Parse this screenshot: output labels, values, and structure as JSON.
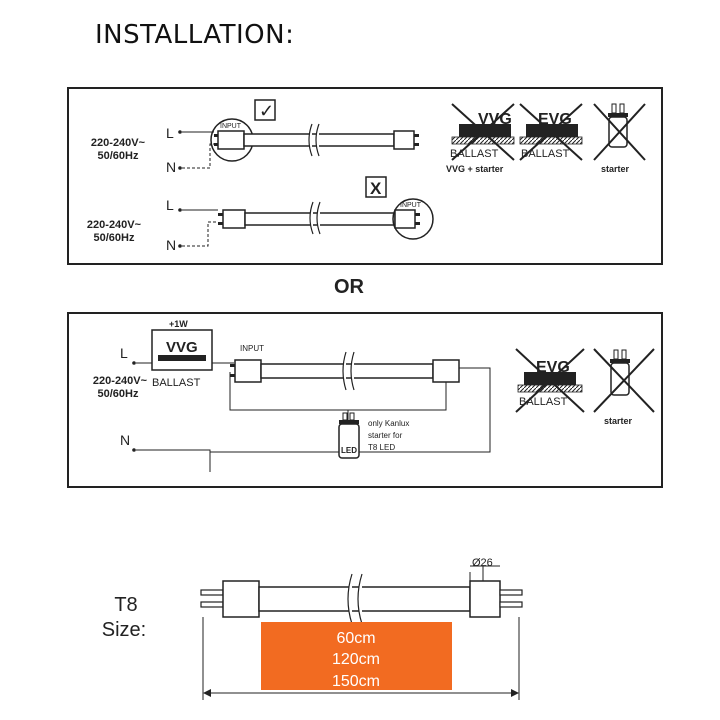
{
  "heading": "INSTALLATION:",
  "panel1": {
    "row1": {
      "voltage_line1": "220-240V~",
      "voltage_line2": "50/60Hz",
      "l_label": "L",
      "n_label": "N",
      "input_label": "INPUT",
      "mark": "✓"
    },
    "row2": {
      "voltage_line1": "220-240V~",
      "voltage_line2": "50/60Hz",
      "l_label": "L",
      "n_label": "N",
      "input_label": "INPUT",
      "mark": "X"
    },
    "crossed": {
      "vvg_label": "VVG",
      "vvg_ballast": "BALLAST",
      "vvg_caption": "VVG + starter",
      "evg_label": "EVG",
      "evg_ballast": "BALLAST",
      "starter_caption": "starter"
    }
  },
  "or_label": "OR",
  "panel2": {
    "power_note": "+1W",
    "ballast_label": "VVG",
    "ballast_sub": "BALLAST",
    "l_label": "L",
    "n_label": "N",
    "voltage_line1": "220-240V~",
    "voltage_line2": "50/60Hz",
    "input_label": "INPUT",
    "starter_note_1": "only Kanlux",
    "starter_note_2": "starter for",
    "starter_note_3": "T8 LED",
    "led_label": "LED",
    "crossed": {
      "evg_label": "EVG",
      "evg_ballast": "BALLAST",
      "starter_caption": "starter"
    }
  },
  "size_section": {
    "tube_type": "T8",
    "size_label": "Size:",
    "diameter": "Ø26",
    "lengths": [
      "60cm",
      "120cm",
      "150cm"
    ],
    "lengths_bg": "#f26b21"
  }
}
